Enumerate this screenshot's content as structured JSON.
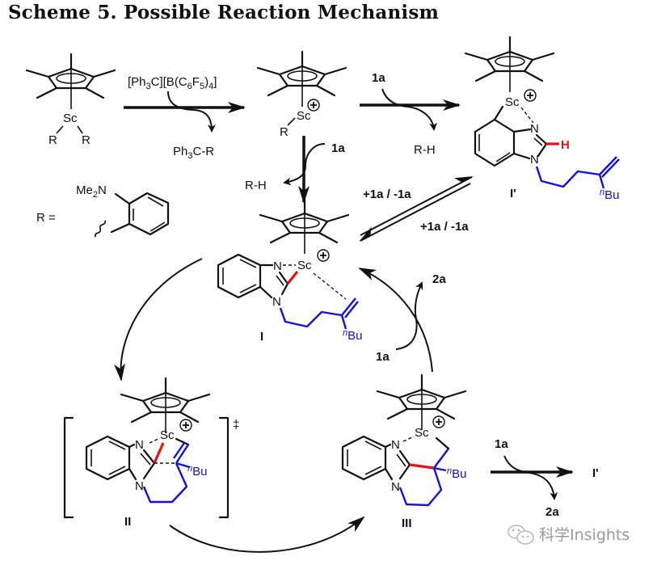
{
  "title": "Scheme 5. Possible Reaction Mechanism",
  "atoms": {
    "sc": "Sc",
    "n": "N",
    "r": "R",
    "h": "H",
    "nbu_prefix": "n",
    "nbu_main": "Bu"
  },
  "reagents": {
    "activator": "[Ph3C][B(C6F5)4]",
    "activator_parts": [
      "[Ph",
      "3",
      "C][B(C",
      "6",
      "F",
      "5",
      ")",
      "4",
      "]"
    ],
    "byproduct_trityl": "Ph3C-R",
    "byproduct_trityl_parts": [
      "Ph",
      "3",
      "C-R"
    ],
    "rh": "R-H",
    "substrate": "1a",
    "product": "2a",
    "equilibrium_top": "+1a / -1a",
    "equilibrium_bottom": "+1a / -1a"
  },
  "r_definition": {
    "label": "R =",
    "amine": "Me2N",
    "amine_parts": [
      "Me",
      "2",
      "N"
    ]
  },
  "compounds": {
    "I": "I",
    "I_prime": "I'",
    "II": "II",
    "III": "III",
    "ts_symbol": "‡"
  },
  "charge": "⊕",
  "colors": {
    "tether": "#1010e0",
    "new_bond": "#e81010",
    "ink": "#111111"
  },
  "watermark": {
    "icon": "wechat-icon",
    "text": "科学Insights"
  }
}
